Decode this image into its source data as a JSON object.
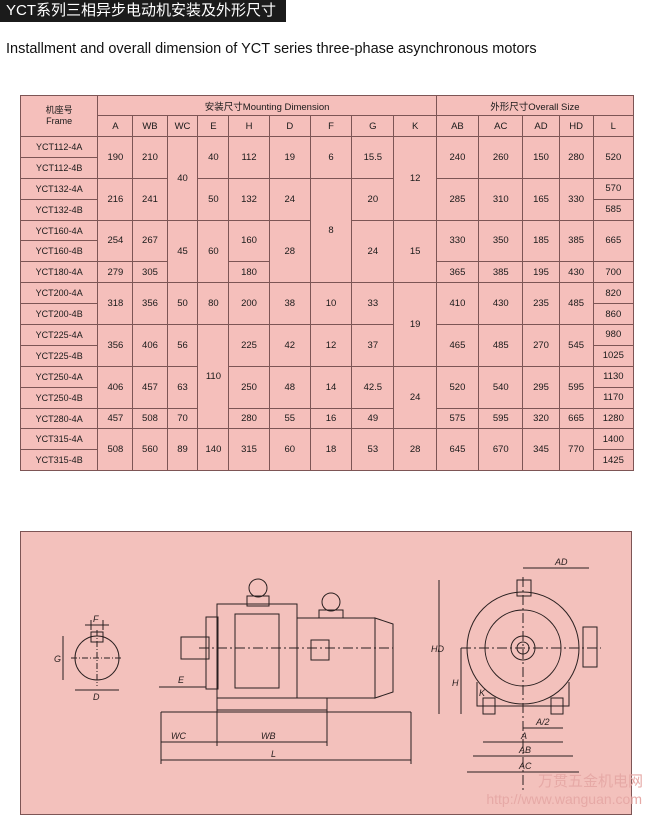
{
  "page": {
    "title_cn": "YCT系列三相异步电动机安装及外形尺寸",
    "title_en": "Installment and overall dimension of YCT series three-phase asynchronous motors"
  },
  "table": {
    "frame_header": [
      "机座号",
      "Frame"
    ],
    "mounting_header": "安装尺寸Mounting Dimension",
    "overall_header": "外形尺寸Overall Size",
    "columns": [
      "A",
      "WB",
      "WC",
      "E",
      "H",
      "D",
      "F",
      "G",
      "K",
      "AB",
      "AC",
      "AD",
      "HD",
      "L"
    ],
    "frames": [
      "YCT112-4A",
      "YCT112-4B",
      "YCT132-4A",
      "YCT132-4B",
      "YCT160-4A",
      "YCT160-4B",
      "YCT180-4A",
      "YCT200-4A",
      "YCT200-4B",
      "YCT225-4A",
      "YCT225-4B",
      "YCT250-4A",
      "YCT250-4B",
      "YCT280-4A",
      "YCT315-4A",
      "YCT315-4B"
    ],
    "col_segments": {
      "A": [
        [
          0,
          2,
          "190"
        ],
        [
          2,
          2,
          "216"
        ],
        [
          4,
          2,
          "254"
        ],
        [
          6,
          1,
          "279"
        ],
        [
          7,
          2,
          "318"
        ],
        [
          9,
          2,
          "356"
        ],
        [
          11,
          2,
          "406"
        ],
        [
          13,
          1,
          "457"
        ],
        [
          14,
          2,
          "508"
        ]
      ],
      "WB": [
        [
          0,
          2,
          "210"
        ],
        [
          2,
          2,
          "241"
        ],
        [
          4,
          2,
          "267"
        ],
        [
          6,
          1,
          "305"
        ],
        [
          7,
          2,
          "356"
        ],
        [
          9,
          2,
          "406"
        ],
        [
          11,
          2,
          "457"
        ],
        [
          13,
          1,
          "508"
        ],
        [
          14,
          2,
          "560"
        ]
      ],
      "WC": [
        [
          0,
          4,
          "40"
        ],
        [
          4,
          3,
          "45"
        ],
        [
          7,
          2,
          "50"
        ],
        [
          9,
          2,
          "56"
        ],
        [
          11,
          2,
          "63"
        ],
        [
          13,
          1,
          "70"
        ],
        [
          14,
          2,
          "89"
        ]
      ],
      "E": [
        [
          0,
          2,
          "40"
        ],
        [
          2,
          2,
          "50"
        ],
        [
          4,
          3,
          "60"
        ],
        [
          7,
          2,
          "80"
        ],
        [
          9,
          5,
          "110"
        ],
        [
          14,
          2,
          "140"
        ]
      ],
      "H": [
        [
          0,
          2,
          "112"
        ],
        [
          2,
          2,
          "132"
        ],
        [
          4,
          2,
          "160"
        ],
        [
          6,
          1,
          "180"
        ],
        [
          7,
          2,
          "200"
        ],
        [
          9,
          2,
          "225"
        ],
        [
          11,
          2,
          "250"
        ],
        [
          13,
          1,
          "280"
        ],
        [
          14,
          2,
          "315"
        ]
      ],
      "D": [
        [
          0,
          2,
          "19"
        ],
        [
          2,
          2,
          "24"
        ],
        [
          4,
          3,
          "28"
        ],
        [
          7,
          2,
          "38"
        ],
        [
          9,
          2,
          "42"
        ],
        [
          11,
          2,
          "48"
        ],
        [
          13,
          1,
          "55"
        ],
        [
          14,
          2,
          "60"
        ]
      ],
      "F": [
        [
          0,
          2,
          "6"
        ],
        [
          2,
          5,
          "8"
        ],
        [
          7,
          2,
          "10"
        ],
        [
          9,
          2,
          "12"
        ],
        [
          11,
          2,
          "14"
        ],
        [
          13,
          1,
          "16"
        ],
        [
          14,
          2,
          "18"
        ]
      ],
      "G": [
        [
          0,
          2,
          "15.5"
        ],
        [
          2,
          2,
          "20"
        ],
        [
          4,
          3,
          "24"
        ],
        [
          7,
          2,
          "33"
        ],
        [
          9,
          2,
          "37"
        ],
        [
          11,
          2,
          "42.5"
        ],
        [
          13,
          1,
          "49"
        ],
        [
          14,
          2,
          "53"
        ]
      ],
      "K": [
        [
          0,
          4,
          "12"
        ],
        [
          4,
          3,
          "15"
        ],
        [
          7,
          4,
          "19"
        ],
        [
          11,
          3,
          "24"
        ],
        [
          14,
          2,
          "28"
        ]
      ],
      "AB": [
        [
          0,
          2,
          "240"
        ],
        [
          2,
          2,
          "285"
        ],
        [
          4,
          2,
          "330"
        ],
        [
          6,
          1,
          "365"
        ],
        [
          7,
          2,
          "410"
        ],
        [
          9,
          2,
          "465"
        ],
        [
          11,
          2,
          "520"
        ],
        [
          13,
          1,
          "575"
        ],
        [
          14,
          2,
          "645"
        ]
      ],
      "AC": [
        [
          0,
          2,
          "260"
        ],
        [
          2,
          2,
          "310"
        ],
        [
          4,
          2,
          "350"
        ],
        [
          6,
          1,
          "385"
        ],
        [
          7,
          2,
          "430"
        ],
        [
          9,
          2,
          "485"
        ],
        [
          11,
          2,
          "540"
        ],
        [
          13,
          1,
          "595"
        ],
        [
          14,
          2,
          "670"
        ]
      ],
      "AD": [
        [
          0,
          2,
          "150"
        ],
        [
          2,
          2,
          "165"
        ],
        [
          4,
          2,
          "185"
        ],
        [
          6,
          1,
          "195"
        ],
        [
          7,
          2,
          "235"
        ],
        [
          9,
          2,
          "270"
        ],
        [
          11,
          2,
          "295"
        ],
        [
          13,
          1,
          "320"
        ],
        [
          14,
          2,
          "345"
        ]
      ],
      "HD": [
        [
          0,
          2,
          "280"
        ],
        [
          2,
          2,
          "330"
        ],
        [
          4,
          2,
          "385"
        ],
        [
          6,
          1,
          "430"
        ],
        [
          7,
          2,
          "485"
        ],
        [
          9,
          2,
          "545"
        ],
        [
          11,
          2,
          "595"
        ],
        [
          13,
          1,
          "665"
        ],
        [
          14,
          2,
          "770"
        ]
      ],
      "L": [
        [
          0,
          2,
          "520"
        ],
        [
          2,
          1,
          "570"
        ],
        [
          3,
          1,
          "585"
        ],
        [
          4,
          2,
          "665"
        ],
        [
          6,
          1,
          "700"
        ],
        [
          7,
          1,
          "820"
        ],
        [
          8,
          1,
          "860"
        ],
        [
          9,
          1,
          "980"
        ],
        [
          10,
          1,
          "1025"
        ],
        [
          11,
          1,
          "1130"
        ],
        [
          12,
          1,
          "1170"
        ],
        [
          13,
          1,
          "1280"
        ],
        [
          14,
          1,
          "1400"
        ],
        [
          15,
          1,
          "1425"
        ]
      ]
    }
  },
  "drawing": {
    "labels": {
      "F": "F",
      "G": "G",
      "D": "D",
      "E": "E",
      "WC": "WC",
      "WB": "WB",
      "L": "L",
      "AD": "AD",
      "HD": "HD",
      "H": "H",
      "K": "K",
      "A2": "A/2",
      "A": "A",
      "AB": "AB",
      "AC": "AC"
    }
  },
  "watermark": {
    "name": "万贯五金机电网",
    "url": "http://www.wanguan.com"
  }
}
